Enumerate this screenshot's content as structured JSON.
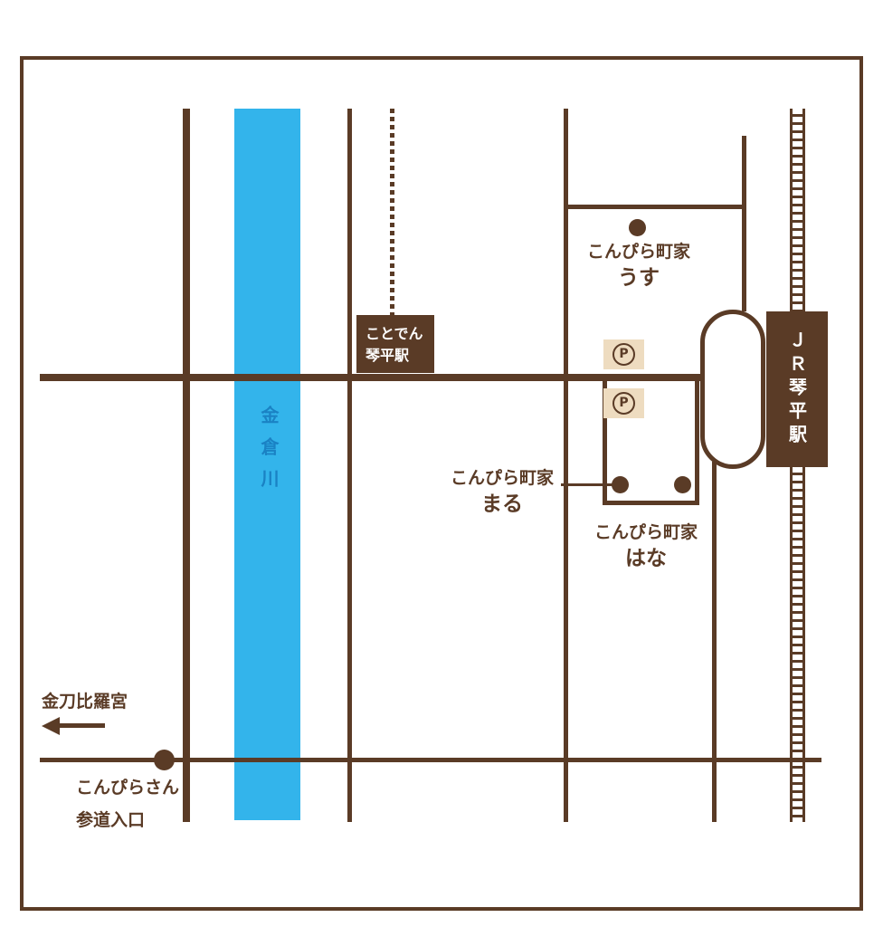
{
  "colors": {
    "brown": "#5a3b26",
    "river": "#33b4eb",
    "riverText": "#1a82c4",
    "parkingBg": "#eedcc0"
  },
  "stations": {
    "kotoden": {
      "line1": "ことでん",
      "line2": "琴平駅"
    },
    "jr": {
      "label": "ＪＲ琴平駅"
    }
  },
  "river": {
    "label": "金倉川"
  },
  "parking": {
    "symbol": "P"
  },
  "places": {
    "usu": {
      "name": "こんぴら町家",
      "sub": "うす"
    },
    "maru": {
      "name": "こんぴら町家",
      "sub": "まる"
    },
    "hana": {
      "name": "こんぴら町家",
      "sub": "はな"
    }
  },
  "landmarks": {
    "shrine": {
      "label": "金刀比羅宮"
    },
    "approach": {
      "line1": "こんぴらさん",
      "line2": "参道入口"
    }
  }
}
